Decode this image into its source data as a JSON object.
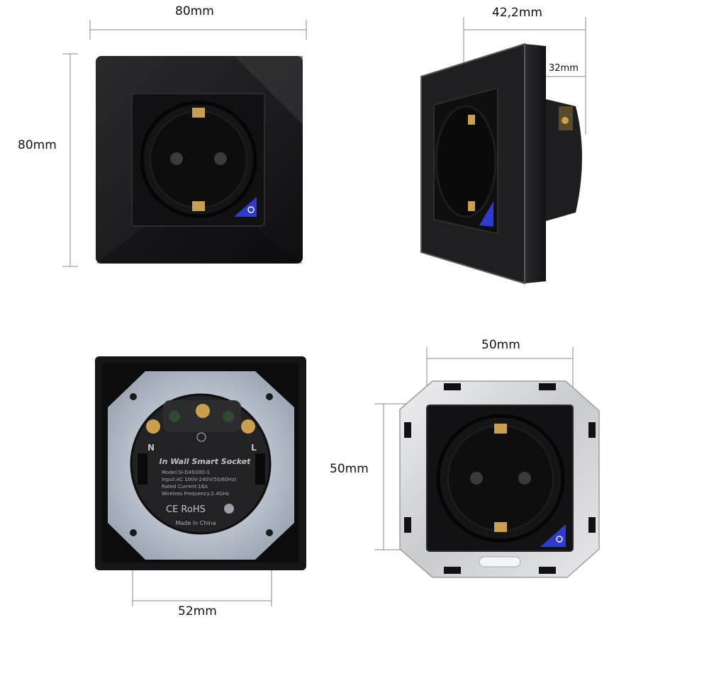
{
  "dimensions": {
    "front_width": "80mm",
    "front_height": "80mm",
    "side_depth_total": "42,2mm",
    "side_depth_insert": "32mm",
    "back_width": "52mm",
    "module_width": "50mm",
    "module_height": "50mm"
  },
  "back_label": {
    "title": "In Wall Smart Socket",
    "model": "Model:SI-D4930D-1",
    "input": "Input:AC 100V-240V(50/60Hz)",
    "current": "Rated Current:16A",
    "wireless": "Wireless Frequency:2.4GHz",
    "marks": "CE RoHS",
    "origin": "Made in China",
    "neutral": "N",
    "live": "L"
  },
  "colors": {
    "frame": "#1b1b1d",
    "insert": "#0d0d0e",
    "touch_button": "#2d3ccf",
    "pin": "#c8a050",
    "metal": "#dcdde0"
  },
  "icons": {
    "power": "power-icon"
  }
}
